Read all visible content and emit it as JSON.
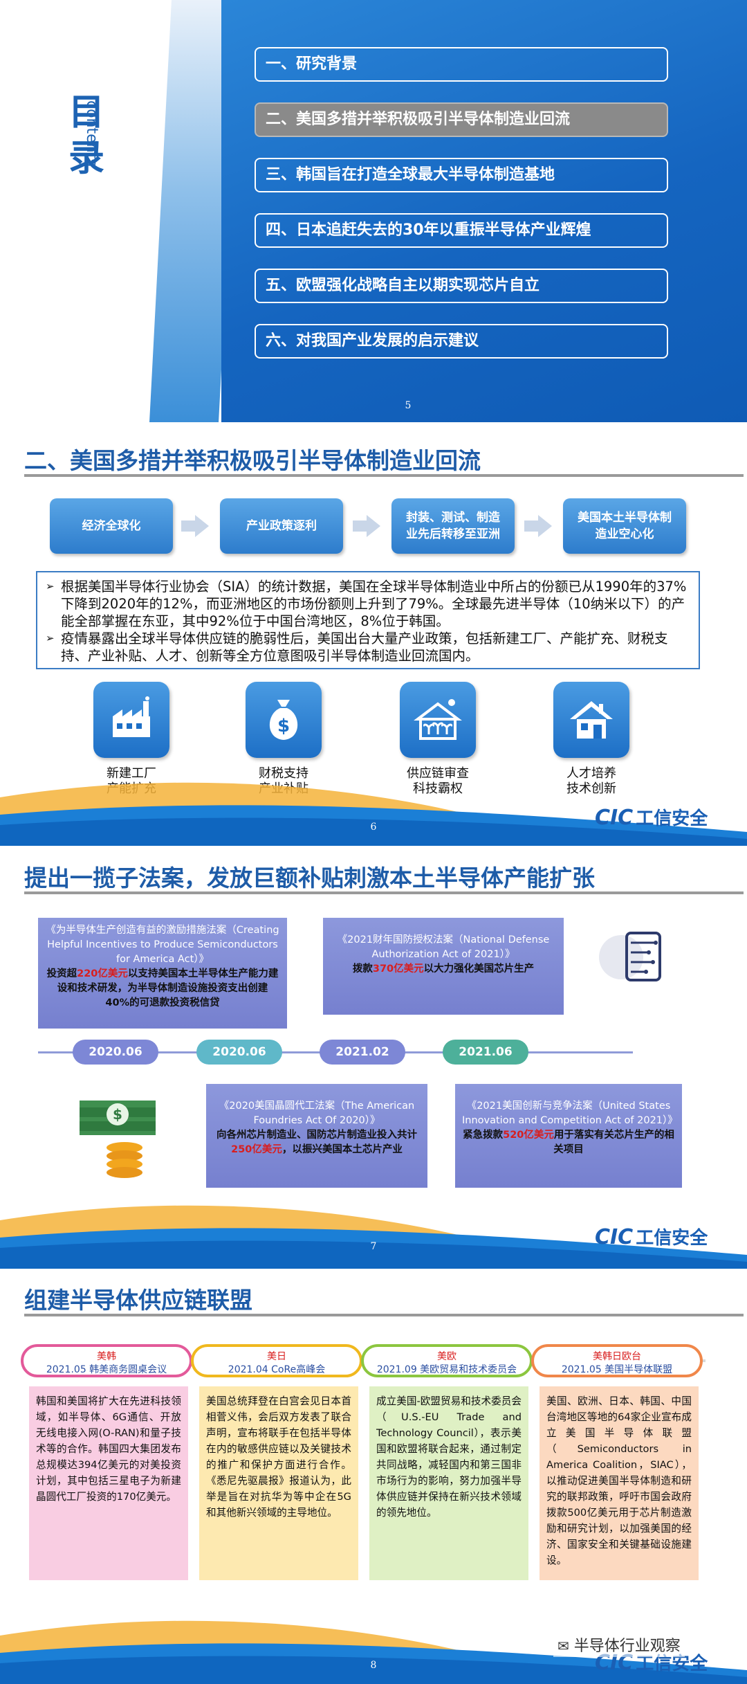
{
  "slide1": {
    "title_vertical": "目录",
    "subtitle_vertical": "contents",
    "toc": [
      {
        "label": "一、研究背景",
        "active": false
      },
      {
        "label": "二、美国多措并举积极吸引半导体制造业回流",
        "active": true
      },
      {
        "label": "三、韩国旨在打造全球最大半导体制造基地",
        "active": false
      },
      {
        "label": "四、日本追赶失去的30年以重振半导体产业辉煌",
        "active": false
      },
      {
        "label": "五、欧盟强化战略自主以期实现芯片自立",
        "active": false
      },
      {
        "label": "六、对我国产业发展的启示建议",
        "active": false
      }
    ],
    "page": "5"
  },
  "slide2": {
    "title": "二、美国多措并举积极吸引半导体制造业回流",
    "flow": [
      "经济全球化",
      "产业政策逐利",
      "封装、测试、制造业先后转移至亚洲",
      "美国本土半导体制造业空心化"
    ],
    "bullets": [
      "根据美国半导体行业协会（SIA）的统计数据，美国在全球半导体制造业中所占的份额已从1990年的37%下降到2020年的12%，而亚洲地区的市场份额则上升到了79%。全球最先进半导体（10纳米以下）的产能全部掌握在东亚，其中92%位于中国台湾地区，8%位于韩国。",
      "疫情暴露出全球半导体供应链的脆弱性后，美国出台大量产业政策，包括新建工厂、产能扩充、财税支持、产业补贴、人才、创新等全方位意图吸引半导体制造业回流国内。"
    ],
    "icons": [
      {
        "icon": "factory-icon",
        "line1": "新建工厂",
        "line2": "产能扩充"
      },
      {
        "icon": "money-bag-icon",
        "line1": "财税支持",
        "line2": "产业补贴"
      },
      {
        "icon": "greenhouse-icon",
        "line1": "供应链审查",
        "line2": "科技霸权"
      },
      {
        "icon": "house-icon",
        "line1": "人才培养",
        "line2": "技术创新"
      }
    ],
    "page": "6",
    "logo_latin": "CIC",
    "logo_zh": "工信安全"
  },
  "slide3": {
    "title": "提出一揽子法案，发放巨额补贴刺激本土半导体产能扩张",
    "acts": [
      {
        "name": "《为半导体生产创造有益的激励措施法案（Creating Helpful Incentives to Produce Semiconductors for America Act）》",
        "pre": "投资超",
        "amount": "220亿美元",
        "post": "以支持美国本土半导体生产能力建设和技术研发，为半导体制造设施投资支出创建 40%的可退款投资税信贷"
      },
      {
        "name": "《2021财年国防授权法案（National Defense Authorization Act of 2021）》",
        "pre": "拨款",
        "amount": "370亿美元",
        "post": "以大力强化美国芯片生产"
      },
      {
        "name": "《2020美国晶圆代工法案（The American Foundries Act Of 2020）》",
        "pre": "向各州芯片制造业、国防芯片制造业投入共计",
        "amount": "250亿美元",
        "post": "，以振兴美国本土芯片产业"
      },
      {
        "name": "《2021美国创新与竞争法案（United States Innovation and Competition Act of 2021）》",
        "pre": "紧急拨款",
        "amount": "520亿美元",
        "post": "用于落实有关芯片生产的相关项目"
      }
    ],
    "dates": [
      "2020.06",
      "2020.06",
      "2021.02",
      "2021.06"
    ],
    "page": "7",
    "colors": {
      "pill1": "#7d87d6",
      "pill2": "#5fb8c9",
      "pill3": "#7d87d6",
      "pill4": "#4db09a",
      "amount": "#d81e1e"
    }
  },
  "slide4": {
    "title": "组建半导体供应链联盟",
    "alliances": [
      {
        "parties": "美韩",
        "event": "2021.05 韩美商务圆桌会议",
        "text": "韩国和美国将扩大在先进科技领域，如半导体、6G通信、开放无线电接入网(O-RAN)和量子技术等的合作。韩国四大集团发布总规模达394亿美元的对美投资计划，其中包括三星电子为新建晶圆代工厂投资的170亿美元。"
      },
      {
        "parties": "美日",
        "event": "2021.04 CoRe高峰会",
        "text": "美国总统拜登在白宫会见日本首相菅义伟，会后双方发表了联合声明，宣布将联手在包括半导体在内的敏感供应链以及关键技术的推广和保护方面进行合作。《悉尼先驱晨报》报道认为，此举是旨在对抗华为等中企在5G和其他新兴领域的主导地位。"
      },
      {
        "parties": "美欧",
        "event": "2021.09 美欧贸易和技术委员会",
        "text": "成立美国-欧盟贸易和技术委员会（U.S.-EU Trade and Technology Council），表示美国和欧盟将联合起来，通过制定共同战略，减轻国内和第三国非市场行为的影响，努力加强半导体供应链并保持在新兴技术领域的领先地位。"
      },
      {
        "parties": "美韩日欧台",
        "event": "2021.05 美国半导体联盟",
        "text": "美国、欧洲、日本、韩国、中国台湾地区等地的64家企业宣布成立美国半导体联盟（Semiconductors in America Coalition，SIAC），以推动促进美国半导体制造和研究的联邦政策，呼吁市国会政府拨款500亿美元用于芯片制造激励和研究计划，以加强美国的经济、国家安全和关键基础设施建设。"
      }
    ],
    "page": "8",
    "watermark": "半导体行业观察",
    "colors": {
      "c1": "#e35a9a",
      "c2": "#f0b81e",
      "c3": "#8cc63f",
      "c4": "#f0874a",
      "bg1": "#f9cde2",
      "bg2": "#fde9b0",
      "bg3": "#dff0c4",
      "bg4": "#fcd9c0"
    }
  }
}
